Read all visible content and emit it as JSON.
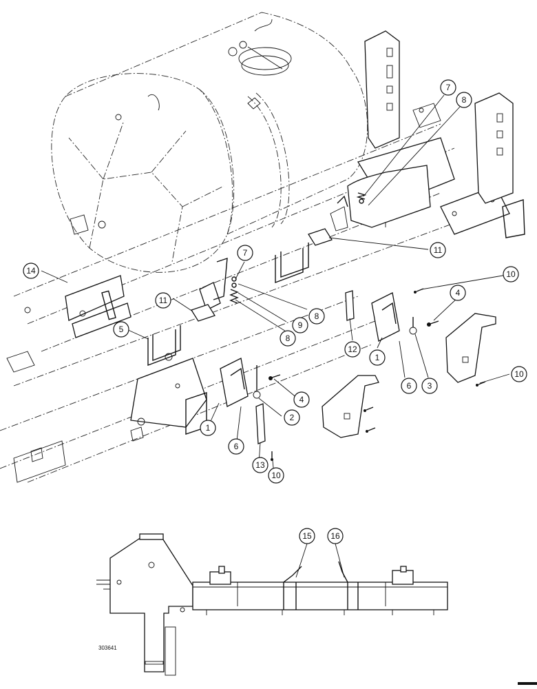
{
  "callouts": {
    "c1a": "1",
    "c1b": "1",
    "c2": "2",
    "c3": "3",
    "c4a": "4",
    "c4b": "4",
    "c5": "5",
    "c6a": "6",
    "c6b": "6",
    "c7a": "7",
    "c7b": "7",
    "c8a": "8",
    "c8b": "8",
    "c8c": "8",
    "c9": "9",
    "c10a": "10",
    "c10b": "10",
    "c10c": "10",
    "c11a": "11",
    "c11b": "11",
    "c12": "12",
    "c13": "13",
    "c14": "14",
    "c15": "15",
    "c16": "16"
  },
  "figure_number": "303641"
}
